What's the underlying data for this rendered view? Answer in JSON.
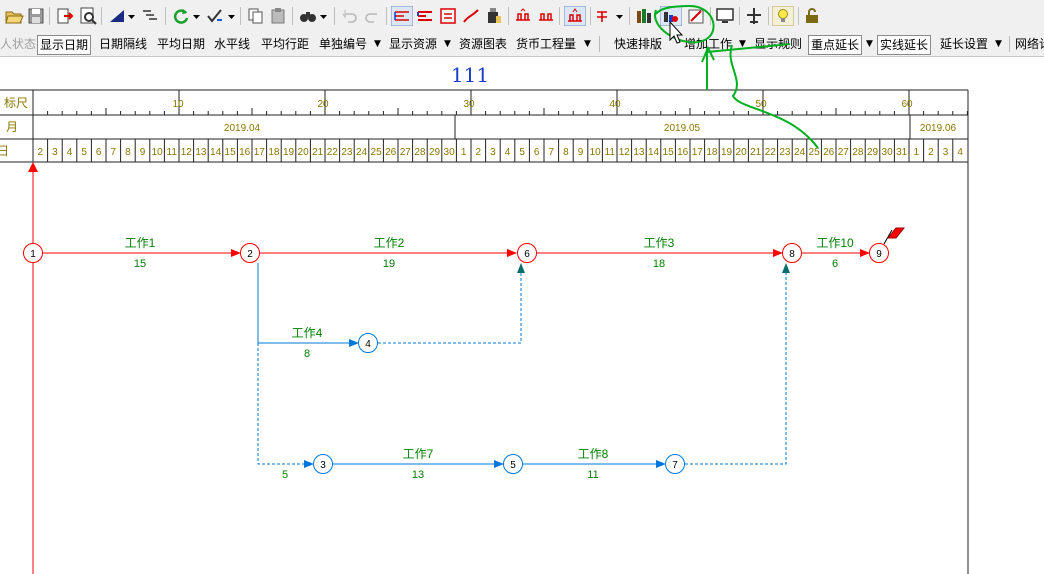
{
  "colors": {
    "critical": "#ff0000",
    "normal": "#0078d7",
    "label": "#008000",
    "scale_text": "#8b7500",
    "title": "#1a3ec8",
    "annotation": "#00b020"
  },
  "toolbar_icons": [
    "open-folder-icon",
    "save-icon",
    "export-icon",
    "print-preview-icon",
    "line-style-icon",
    "dropdown-arrow-icon",
    "outline-icon",
    "refresh-icon",
    "dropdown-arrow-icon",
    "check-icon",
    "dropdown-arrow-icon",
    "copy-icon",
    "paste-icon",
    "find-icon",
    "dropdown-arrow-icon",
    "undo-icon",
    "redo-icon",
    "network-view-icon",
    "gantt-icon",
    "list-icon",
    "curve-icon",
    "resource-icon",
    "split-icon",
    "merge-icon",
    "adjust-icon",
    "text-style-icon",
    "dropdown-arrow-icon",
    "bar-chart-icon",
    "resource-chart-icon",
    "calendar-icon",
    "monitor-icon",
    "plane-icon",
    "tip-bulb-icon",
    "lock-icon"
  ],
  "toolbar2": {
    "status": "人状态",
    "show_date": "显示日期",
    "date_sep": "日期隔线",
    "avg_date": "平均日期",
    "hline": "水平线",
    "avg_row": "平均行距",
    "single_num": "单独编号",
    "show_res": "显示资源",
    "res_chart": "资源图表",
    "money": "货币工程量",
    "quick_layout": "快速排版",
    "add_work": "增加工作",
    "show_rule": "显示规则",
    "key_extend": "重点延长",
    "solid_extend": "实线延长",
    "extend_set": "延长设置",
    "network": "网络计"
  },
  "diagram_title": "111",
  "scale": {
    "label_ruler": "标尺",
    "label_month": "月",
    "label_day": "日",
    "ticks": [
      "10",
      "20",
      "30",
      "40",
      "50",
      "60"
    ],
    "months": [
      "2019.04",
      "2019.05",
      "2019.06"
    ],
    "days": [
      "2",
      "3",
      "4",
      "5",
      "6",
      "7",
      "8",
      "9",
      "10",
      "11",
      "12",
      "13",
      "14",
      "15",
      "16",
      "17",
      "18",
      "19",
      "20",
      "21",
      "22",
      "23",
      "24",
      "25",
      "26",
      "27",
      "28",
      "29",
      "30",
      "1",
      "2",
      "3",
      "4",
      "5",
      "6",
      "7",
      "8",
      "9",
      "10",
      "11",
      "12",
      "13",
      "14",
      "15",
      "16",
      "17",
      "18",
      "19",
      "20",
      "21",
      "22",
      "23",
      "24",
      "25",
      "26",
      "27",
      "28",
      "29",
      "30",
      "31",
      "1",
      "2",
      "3",
      "4"
    ]
  },
  "nodes": [
    "1",
    "2",
    "3",
    "4",
    "5",
    "6",
    "7",
    "8",
    "9"
  ],
  "activities": [
    {
      "name": "工作1",
      "duration": "15"
    },
    {
      "name": "工作2",
      "duration": "19"
    },
    {
      "name": "工作3",
      "duration": "18"
    },
    {
      "name": "工作10",
      "duration": "6"
    },
    {
      "name": "工作4",
      "duration": "8"
    },
    {
      "name": "工作7",
      "duration": "13"
    },
    {
      "name": "工作8",
      "duration": "11"
    },
    {
      "name": "",
      "duration": "5"
    }
  ]
}
